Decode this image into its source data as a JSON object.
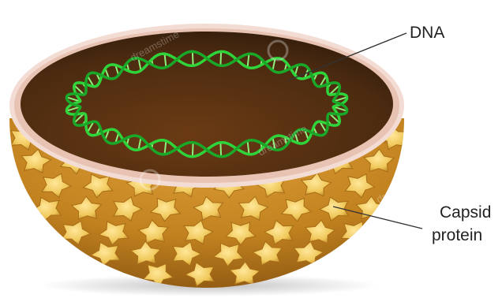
{
  "labels": {
    "dna": "DNA",
    "capsid_line1": "Capsid",
    "capsid_line2": "protein"
  },
  "watermark": {
    "text": "dreamstime"
  },
  "colors": {
    "background": "#ffffff",
    "shell_rim": "#f3dcd3",
    "interior": "#4a2a10",
    "dna_helix": "#2fd43a",
    "capsid_surface": "#c98a2a",
    "capsid_protein": "#f0c85a",
    "leader_line": "#333333"
  }
}
